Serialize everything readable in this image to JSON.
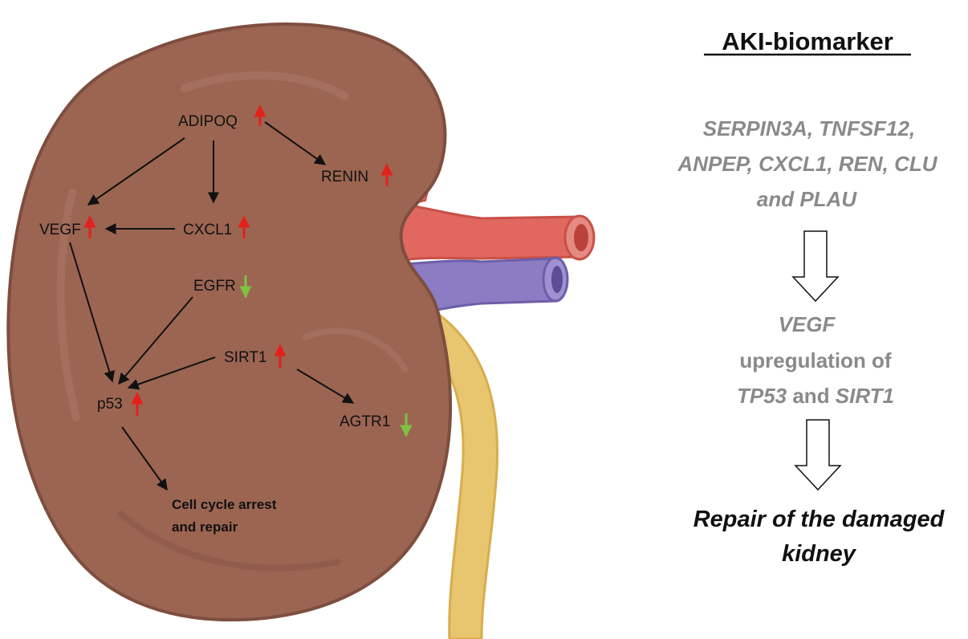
{
  "title": "AKI-biomarker",
  "biomarkers": {
    "line1": "SERPIN3A, TNFSF12,",
    "line2": "ANPEP, CXCL1, REN, CLU",
    "line3": "and PLAU"
  },
  "middle": {
    "line1": "VEGF",
    "line2": "upregulation of",
    "gene1": "TP53",
    "joiner": " and ",
    "gene2": "SIRT1"
  },
  "result": {
    "line1": "Repair of the damaged",
    "line2": "kidney"
  },
  "nodes": {
    "adipoq": "ADIPOQ",
    "renin": "RENIN",
    "vegf": "VEGF",
    "cxcl1": "CXCL1",
    "egfr": "EGFR",
    "sirt1": "SIRT1",
    "p53": "p53",
    "agtr1": "AGTR1",
    "outcome_line1": "Cell cycle arrest",
    "outcome_line2": "and repair"
  },
  "regulation": {
    "adipoq": "up",
    "renin": "up",
    "vegf": "up",
    "cxcl1": "up",
    "egfr": "down",
    "sirt1": "up",
    "p53": "up",
    "agtr1": "down"
  },
  "colors": {
    "up_arrow": "#e3201b",
    "down_arrow": "#7dc242",
    "kidney": "#9b6552",
    "artery": "#e0685f",
    "vein": "#8c7cc4",
    "ureter": "#e8c56f",
    "grey_text": "#8a8a8a"
  }
}
